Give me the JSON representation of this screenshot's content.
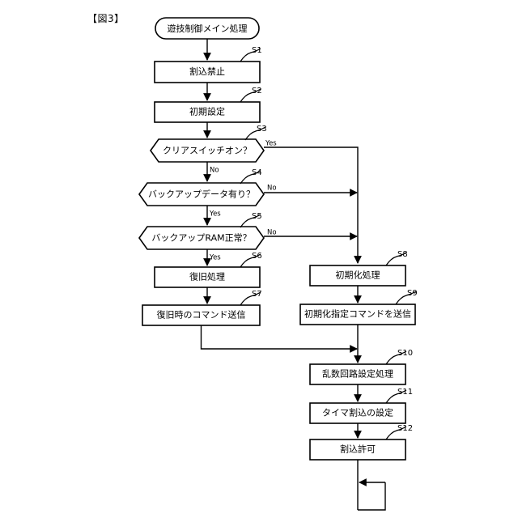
{
  "figure": {
    "title": "【図3】",
    "type": "flowchart"
  },
  "nodes": {
    "start": {
      "label": "遊技制御メイン処理",
      "shape": "terminator"
    },
    "s1": {
      "label": "割込禁止",
      "step": "S1",
      "shape": "process"
    },
    "s2": {
      "label": "初期設定",
      "step": "S2",
      "shape": "process"
    },
    "s3": {
      "label": "クリアスイッチオン？",
      "step": "S3",
      "shape": "decision"
    },
    "s4": {
      "label": "バックアップデータ有り？",
      "step": "S4",
      "shape": "decision"
    },
    "s5": {
      "label": "バックアップRAM正常？",
      "step": "S5",
      "shape": "decision"
    },
    "s6": {
      "label": "復旧処理",
      "step": "S6",
      "shape": "process"
    },
    "s7": {
      "label": "復旧時のコマンド送信",
      "step": "S7",
      "shape": "process"
    },
    "s8": {
      "label": "初期化処理",
      "step": "S8",
      "shape": "process"
    },
    "s9": {
      "label": "初期化指定コマンドを送信",
      "step": "S9",
      "shape": "process"
    },
    "s10": {
      "label": "乱数回路設定処理",
      "step": "S10",
      "shape": "process"
    },
    "s11": {
      "label": "タイマ割込の設定",
      "step": "S11",
      "shape": "process"
    },
    "s12": {
      "label": "割込許可",
      "step": "S12",
      "shape": "process"
    }
  },
  "edge_labels": {
    "s3_yes": "Yes",
    "s3_no": "No",
    "s4_no": "No",
    "s4_yes": "Yes",
    "s5_no": "No",
    "s5_yes": "Yes"
  }
}
